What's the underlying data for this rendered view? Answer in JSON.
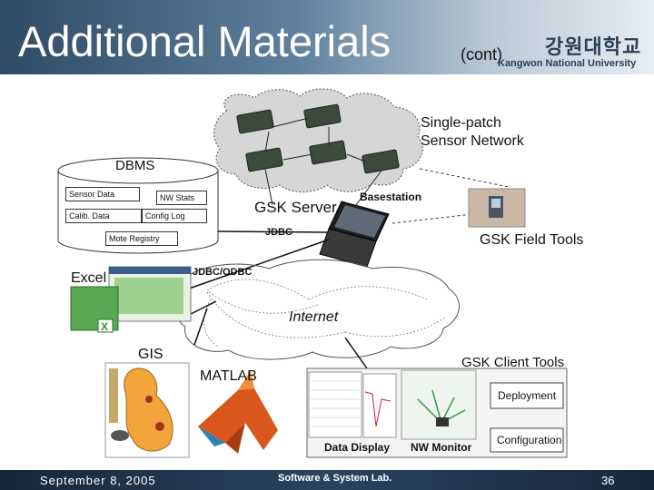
{
  "slide": {
    "title": "Additional Materials",
    "title_suffix": "(cont)",
    "university_korean": "강원대학교",
    "university_english": "Kangwon National University"
  },
  "diagram": {
    "sensor_network_label": "Single-patch\nSensor Network",
    "basestation_label": "Basestation",
    "server_label": "GSK Server",
    "jdbc_label": "JDBC",
    "jdbc_odbc_label": "JDBC/ODBC",
    "internet_label": "Internet",
    "field_tools_label": "GSK Field Tools",
    "client_tools_label": "GSK Client Tools",
    "excel_label": "Excel",
    "gis_label": "GIS",
    "matlab_label": "MATLAB",
    "dbms": {
      "title": "DBMS",
      "cells": [
        "Sensor Data",
        "NW Stats",
        "Calib. Data",
        "Config Log",
        "Mote Registry"
      ]
    },
    "client_panels": {
      "data_display": "Data Display",
      "nw_monitor": "NW Monitor",
      "deployment": "Deployment",
      "configuration": "Configuration"
    }
  },
  "footer": {
    "date": "September 8, 2005",
    "lab": "Software & System Lab.",
    "page": "36"
  },
  "colors": {
    "header_dark": "#2f4a64",
    "footer_dark": "#17273a",
    "matlab_orange": "#d9561c",
    "excel_green": "#2f8a3a"
  }
}
